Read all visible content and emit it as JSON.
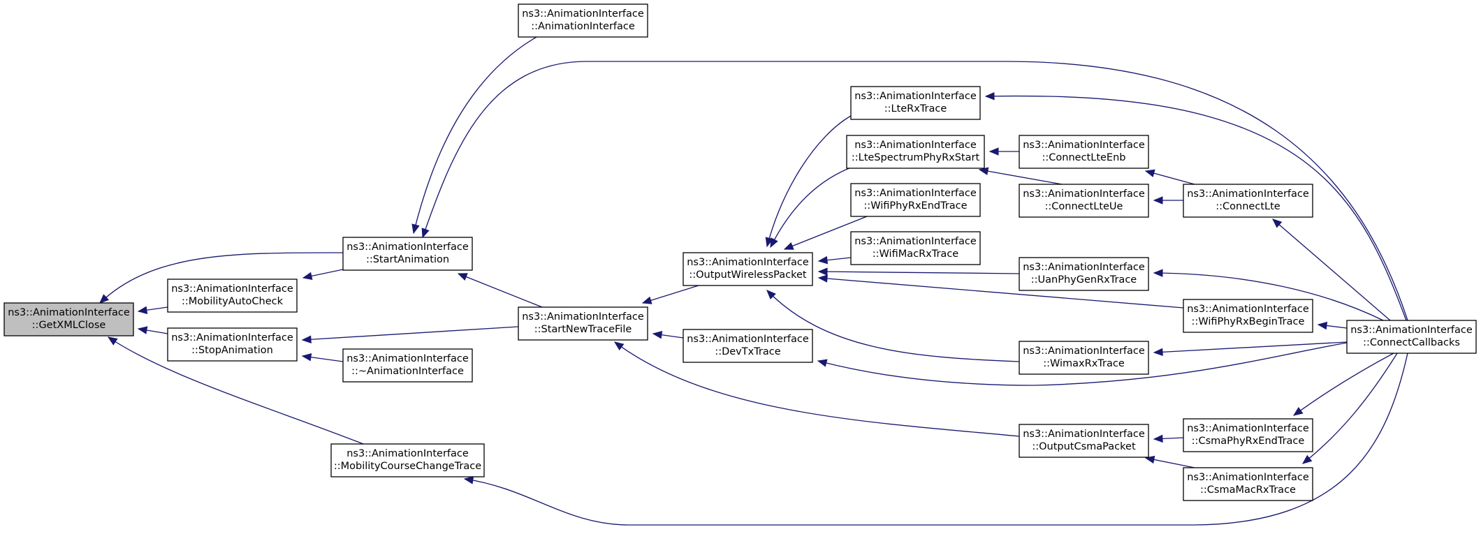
{
  "nodes": [
    {
      "id": "getxmlclose",
      "line1": "ns3::AnimationInterface",
      "line2": "::GetXMLClose",
      "highlight": true
    },
    {
      "id": "startanimation",
      "line1": "ns3::AnimationInterface",
      "line2": "::StartAnimation"
    },
    {
      "id": "mobilityautocheck",
      "line1": "ns3::AnimationInterface",
      "line2": "::MobilityAutoCheck"
    },
    {
      "id": "stopanimation",
      "line1": "ns3::AnimationInterface",
      "line2": "::StopAnimation"
    },
    {
      "id": "dtor",
      "line1": "ns3::AnimationInterface",
      "line2": "::~AnimationInterface"
    },
    {
      "id": "mobilitycoursechangetrace",
      "line1": "ns3::AnimationInterface",
      "line2": "::MobilityCourseChangeTrace"
    },
    {
      "id": "ctor",
      "line1": "ns3::AnimationInterface",
      "line2": "::AnimationInterface"
    },
    {
      "id": "startnewtracefile",
      "line1": "ns3::AnimationInterface",
      "line2": "::StartNewTraceFile"
    },
    {
      "id": "outputwirelesspacket",
      "line1": "ns3::AnimationInterface",
      "line2": "::OutputWirelessPacket"
    },
    {
      "id": "devtxtrace",
      "line1": "ns3::AnimationInterface",
      "line2": "::DevTxTrace"
    },
    {
      "id": "ltertrace",
      "line1": "ns3::AnimationInterface",
      "line2": "::LteRxTrace"
    },
    {
      "id": "ltespectrumphyrxstart",
      "line1": "ns3::AnimationInterface",
      "line2": "::LteSpectrumPhyRxStart"
    },
    {
      "id": "wifiphyrxendtrace",
      "line1": "ns3::AnimationInterface",
      "line2": "::WifiPhyRxEndTrace"
    },
    {
      "id": "wifimacrxtrace",
      "line1": "ns3::AnimationInterface",
      "line2": "::WifiMacRxTrace"
    },
    {
      "id": "connectlteenb",
      "line1": "ns3::AnimationInterface",
      "line2": "::ConnectLteEnb"
    },
    {
      "id": "connectlteue",
      "line1": "ns3::AnimationInterface",
      "line2": "::ConnectLteUe"
    },
    {
      "id": "uanphygenrxtrace",
      "line1": "ns3::AnimationInterface",
      "line2": "::UanPhyGenRxTrace"
    },
    {
      "id": "wimaxrxtrace",
      "line1": "ns3::AnimationInterface",
      "line2": "::WimaxRxTrace"
    },
    {
      "id": "outputcsmapacket",
      "line1": "ns3::AnimationInterface",
      "line2": "::OutputCsmaPacket"
    },
    {
      "id": "connectlte",
      "line1": "ns3::AnimationInterface",
      "line2": "::ConnectLte"
    },
    {
      "id": "wifiphyrxbegintrace",
      "line1": "ns3::AnimationInterface",
      "line2": "::WifiPhyRxBeginTrace"
    },
    {
      "id": "csmaphyrxendtrace",
      "line1": "ns3::AnimationInterface",
      "line2": "::CsmaPhyRxEndTrace"
    },
    {
      "id": "csmamacrxtrace",
      "line1": "ns3::AnimationInterface",
      "line2": "::CsmaMacRxTrace"
    },
    {
      "id": "connectcallbacks",
      "line1": "ns3::AnimationInterface",
      "line2": "::ConnectCallbacks"
    }
  ],
  "edges": [
    {
      "from": "startanimation",
      "to": "getxmlclose"
    },
    {
      "from": "mobilityautocheck",
      "to": "getxmlclose"
    },
    {
      "from": "stopanimation",
      "to": "getxmlclose"
    },
    {
      "from": "mobilitycoursechangetrace",
      "to": "getxmlclose"
    },
    {
      "from": "ctor",
      "to": "startanimation"
    },
    {
      "from": "startnewtracefile",
      "to": "startanimation"
    },
    {
      "from": "connectcallbacks",
      "to": "startanimation"
    },
    {
      "from": "startanimation",
      "to": "mobilityautocheck"
    },
    {
      "from": "startnewtracefile",
      "to": "stopanimation"
    },
    {
      "from": "dtor",
      "to": "stopanimation"
    },
    {
      "from": "connectcallbacks",
      "to": "mobilitycoursechangetrace"
    },
    {
      "from": "outputwirelesspacket",
      "to": "startnewtracefile"
    },
    {
      "from": "devtxtrace",
      "to": "startnewtracefile"
    },
    {
      "from": "outputcsmapacket",
      "to": "startnewtracefile"
    },
    {
      "from": "ltertrace",
      "to": "outputwirelesspacket"
    },
    {
      "from": "ltespectrumphyrxstart",
      "to": "outputwirelesspacket"
    },
    {
      "from": "wifiphyrxendtrace",
      "to": "outputwirelesspacket"
    },
    {
      "from": "wifimacrxtrace",
      "to": "outputwirelesspacket"
    },
    {
      "from": "uanphygenrxtrace",
      "to": "outputwirelesspacket"
    },
    {
      "from": "wifiphyrxbegintrace",
      "to": "outputwirelesspacket"
    },
    {
      "from": "wimaxrxtrace",
      "to": "outputwirelesspacket"
    },
    {
      "from": "connectcallbacks",
      "to": "devtxtrace"
    },
    {
      "from": "connectcallbacks",
      "to": "ltertrace"
    },
    {
      "from": "connectlteenb",
      "to": "ltespectrumphyrxstart"
    },
    {
      "from": "connectlteue",
      "to": "ltespectrumphyrxstart"
    },
    {
      "from": "connectlte",
      "to": "connectlteenb"
    },
    {
      "from": "connectlte",
      "to": "connectlteue"
    },
    {
      "from": "connectcallbacks",
      "to": "connectlte"
    },
    {
      "from": "connectcallbacks",
      "to": "uanphygenrxtrace"
    },
    {
      "from": "connectcallbacks",
      "to": "wifiphyrxbegintrace"
    },
    {
      "from": "connectcallbacks",
      "to": "wimaxrxtrace"
    },
    {
      "from": "csmaphyrxendtrace",
      "to": "outputcsmapacket"
    },
    {
      "from": "csmamacrxtrace",
      "to": "outputcsmapacket"
    },
    {
      "from": "connectcallbacks",
      "to": "csmaphyrxendtrace"
    },
    {
      "from": "connectcallbacks",
      "to": "csmamacrxtrace"
    }
  ],
  "colors": {
    "edge": "#191970",
    "highlight_fill": "#bfbfbf",
    "border": "#000000"
  }
}
